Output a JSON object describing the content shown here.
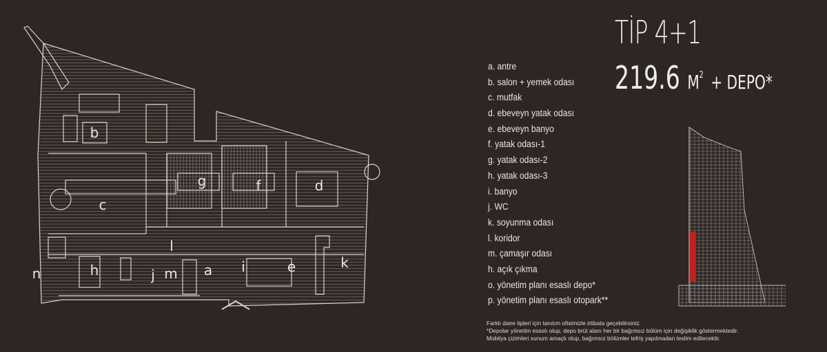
{
  "header": {
    "title": "TİP 4+1",
    "area_value": "219.6",
    "area_unit": "M",
    "area_sup": "2",
    "area_suffix": "+ DEPO*"
  },
  "legend": [
    "a. antre",
    "b. salon + yemek odası",
    "c. mutfak",
    "d. ebeveyn yatak odası",
    "e. ebeveyn banyo",
    "f. yatak odası-1",
    "g. yatak odası-2",
    "h. yatak odası-3",
    "i. banyo",
    "j. WC",
    "k. soyunma odası",
    "l. koridor",
    "m. çamaşır odası",
    "h. açık çıkma",
    "o. yönetim planı esaslı depo*",
    "p. yönetim planı esaslı otopark**"
  ],
  "plan_labels": {
    "a": "a",
    "b": "b",
    "c": "c",
    "d": "d",
    "e": "e",
    "f": "f",
    "g": "g",
    "h": "h",
    "i": "i",
    "j": "j",
    "k": "k",
    "l": "l",
    "m": "m",
    "n": "n"
  },
  "notes": [
    "Farklı daire tipleri için tanıtım ofisimizle irtibata geçebilirsiniz.",
    "*Depolar yönetim esaslı olup, depo brüt alanı her bir bağımsız bölüm için değişiklik göstermektedir.",
    "Mobilya çizimleri sunum amaçlı olup, bağımsız bölümler tefriş yapılmadan teslim edilecektir."
  ],
  "colors": {
    "background": "#2d2623",
    "line": "#d9d4cf",
    "highlight": "#c0201f"
  }
}
